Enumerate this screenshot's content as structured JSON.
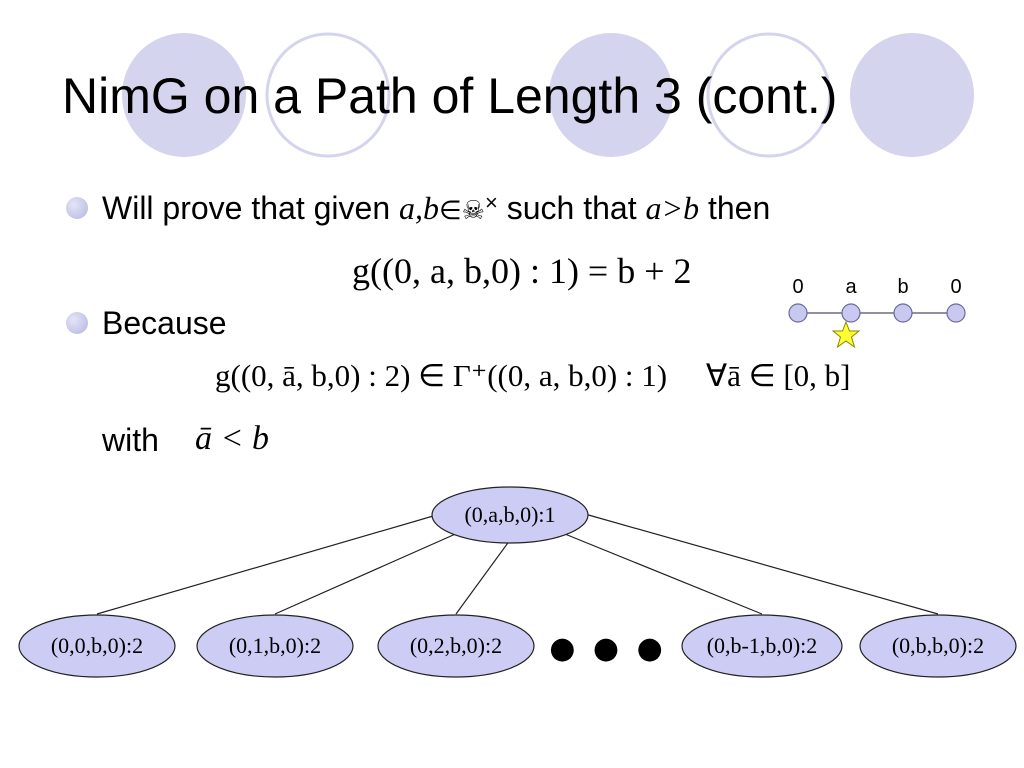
{
  "slide": {
    "title": "NimG on a Path of Length 3 (cont.)",
    "bullet1": {
      "prefix": "Will prove that given ",
      "math_vars": "a,b",
      "member": "∈",
      "set_glyph": "☠",
      "set_glyph_tail": "×",
      "mid": " such that ",
      "cond": "a>b",
      "suffix": " then"
    },
    "equation1": "g((0, a, b,0) : 1) = b + 2",
    "bullet2": {
      "label": "Because"
    },
    "equation2": "g((0, ā, b,0) : 2) ∈ Γ⁺((0, a, b,0) : 1)     ∀ā ∈ [0, b]",
    "with_text": "with",
    "with_math": "ā < b"
  },
  "path_diagram": {
    "labels": [
      "0",
      "a",
      "b",
      "0"
    ],
    "node_color": "#c8c8f0",
    "star_color": "#ffff33"
  },
  "tree": {
    "root": "(0,a,b,0):1",
    "children": [
      "(0,0,b,0):2",
      "(0,1,b,0):2",
      "(0,2,b,0):2",
      "(0,b-1,b,0):2",
      "(0,b,b,0):2"
    ],
    "ellipsis": "● ● ●",
    "node_fill": "#ccccf4"
  },
  "colors": {
    "circle_fill": "#d4d4ee",
    "circle_stroke": "#d4d4ee",
    "bullet": "#b8b8e4"
  }
}
